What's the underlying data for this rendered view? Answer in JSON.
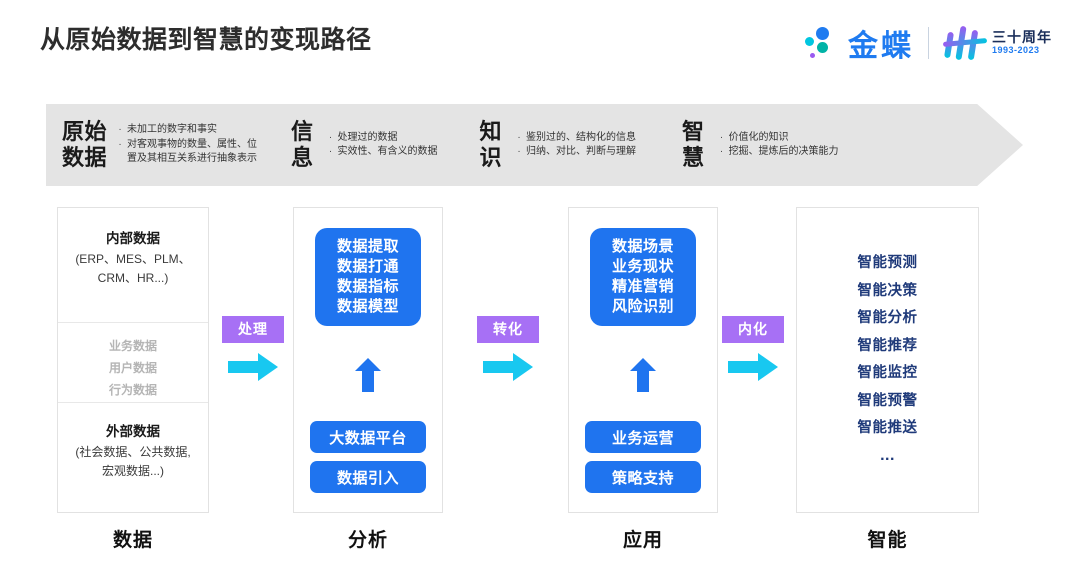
{
  "page": {
    "title": "从原始数据到智慧的变现路径"
  },
  "logo": {
    "brand": "金蝶",
    "anniversary_cn": "三十周年",
    "anniversary_years": "1993-2023",
    "dots_icon": "kingdee-dots-icon",
    "mark_icon": "anniversary-mark-icon"
  },
  "banner": {
    "stages": [
      {
        "head": "原始\n数据",
        "bullets": [
          "未加工的数字和事实",
          "对客观事物的数量、属性、位\n置及其相互关系进行抽象表示"
        ]
      },
      {
        "head": "信\n息",
        "bullets": [
          "处理过的数据",
          "实效性、有含义的数据"
        ]
      },
      {
        "head": "知\n识",
        "bullets": [
          "鉴别过的、结构化的信息",
          "归纳、对比、判断与理解"
        ]
      },
      {
        "head": "智\n慧",
        "bullets": [
          "价值化的知识",
          "挖掘、提炼后的决策能力"
        ]
      }
    ],
    "bullet_glyph": "·",
    "background_color": "#e4e4e4"
  },
  "columns": {
    "data": {
      "caption": "数据",
      "internal_title": "内部数据",
      "internal_sub": "(ERP、MES、PLM、\nCRM、HR...)",
      "middle_items": [
        "业务数据",
        "用户数据",
        "行为数据"
      ],
      "external_title": "外部数据",
      "external_sub": "(社会数据、公共数据,\n宏观数据...)"
    },
    "analysis": {
      "caption": "分析",
      "top_box": "数据提取\n数据打通\n数据指标\n数据模型",
      "pills": [
        "大数据平台",
        "数据引入"
      ],
      "arrow_icon": "arrow-up-icon"
    },
    "application": {
      "caption": "应用",
      "top_box": "数据场景\n业务现状\n精准营销\n风险识别",
      "pills": [
        "业务运营",
        "策略支持"
      ],
      "arrow_icon": "arrow-up-icon"
    },
    "intelligence": {
      "caption": "智能",
      "items": [
        "智能预测",
        "智能决策",
        "智能分析",
        "智能推荐",
        "智能监控",
        "智能预警",
        "智能推送"
      ],
      "ellipsis": "..."
    }
  },
  "connectors": [
    {
      "label": "处理",
      "arrow_icon": "arrow-right-icon"
    },
    {
      "label": "转化",
      "arrow_icon": "arrow-right-icon"
    },
    {
      "label": "内化",
      "arrow_icon": "arrow-right-icon"
    }
  ],
  "colors": {
    "blue": "#1f74ef",
    "purple": "#a770f5",
    "cyan": "#18c8f0",
    "navy": "#1f3a7a",
    "banner_gray": "#e4e4e4"
  }
}
